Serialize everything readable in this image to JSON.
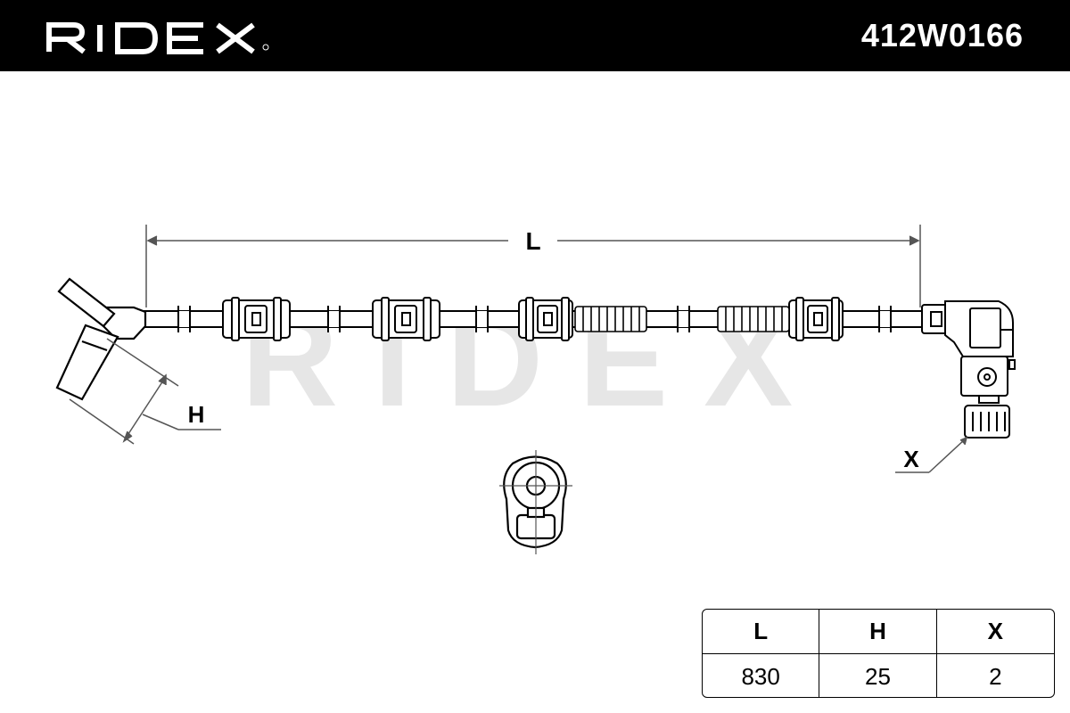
{
  "header": {
    "brand": "RIDEX",
    "part_number": "412W0166",
    "background_color": "#000000",
    "text_color": "#ffffff"
  },
  "drawing": {
    "dimension_L_label": "L",
    "dimension_H_label": "H",
    "dimension_X_label": "X",
    "watermark_text": "RIDEX"
  },
  "dimensions_table": {
    "headers": [
      "L",
      "H",
      "X"
    ],
    "values": [
      "830",
      "25",
      "2"
    ]
  }
}
